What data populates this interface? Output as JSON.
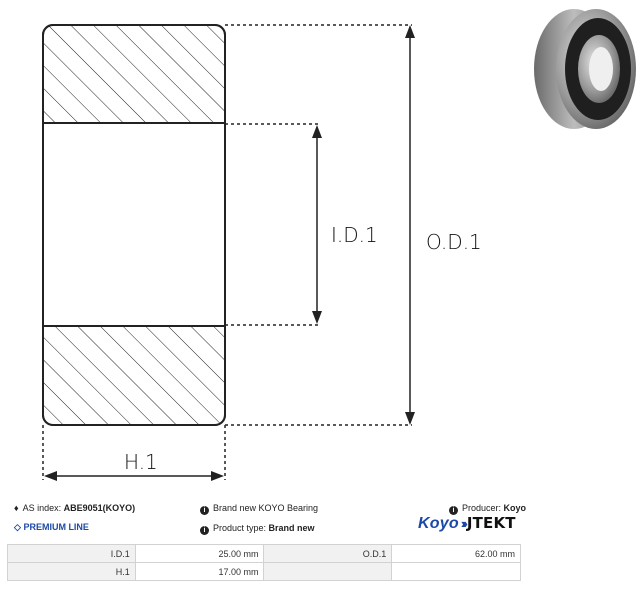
{
  "drawing": {
    "id_label": "I.D.1",
    "od_label": "O.D.1",
    "h_label": "H.1"
  },
  "photo": {
    "icon": "bearing-photo"
  },
  "info": {
    "as_index_label": "AS index:",
    "as_index_value": "ABE9051(KOYO)",
    "condition": "Brand new KOYO Bearing",
    "producer_label": "Producer:",
    "producer_value": "Koyo",
    "product_type_label": "Product type:",
    "product_type_value": "Brand new",
    "premium_line": "PREMIUM LINE"
  },
  "brand_logo": {
    "koyo": "Koyo",
    "arrows": "›››",
    "jtekt": "JTEKT"
  },
  "specs": {
    "rows": [
      {
        "label1": "I.D.1",
        "value1": "25.00 mm",
        "label2": "O.D.1",
        "value2": "62.00 mm"
      },
      {
        "label1": "H.1",
        "value1": "17.00 mm",
        "label2": "",
        "value2": ""
      }
    ]
  },
  "colors": {
    "accent": "#1e4aa3",
    "hatch": "#222222",
    "table_label_bg": "#f1f1f1"
  }
}
